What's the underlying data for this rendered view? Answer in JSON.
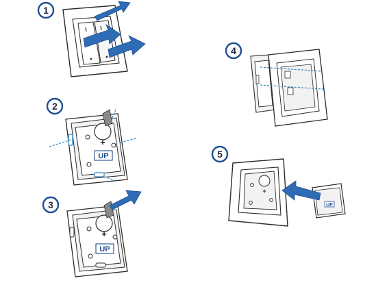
{
  "steps": [
    {
      "number": "1"
    },
    {
      "number": "2"
    },
    {
      "number": "3"
    },
    {
      "number": "4"
    },
    {
      "number": "5"
    }
  ],
  "mechanism": {
    "up_label": "UP",
    "plus_label": "+",
    "switch_mark": "I"
  },
  "colors": {
    "badge_ring": "#1d4f91",
    "badge_fill": "#ffffff",
    "arrow_blue": "#2e6cb5",
    "arrow_stroke": "#1d4f91",
    "outline": "#2b2b2b",
    "frame_fill": "#ffffff",
    "mechanism_fill": "#f2f2f2",
    "guide_blue": "#2e86c1"
  },
  "icons": [
    "step-badge",
    "push-arrow",
    "insert-arrow",
    "screw",
    "guide-line"
  ]
}
